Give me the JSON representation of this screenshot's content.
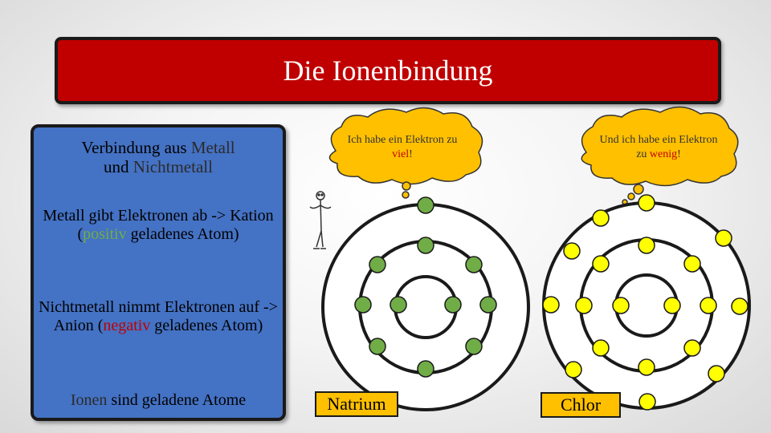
{
  "slide": {
    "title": "Die Ionenbindung"
  },
  "panel": {
    "line1_pre": "Verbindung aus ",
    "line1_metal": "Metall",
    "line1_mid": " und ",
    "line1_nonmetal": "Nichtmetall",
    "p2_a": "Metall gibt Elektronen ab -> Kation (",
    "p2_positiv": "positiv",
    "p2_b": " geladenes Atom)",
    "p3_a": "Nichtmetall nimmt Elektronen auf -> Anion (",
    "p3_negativ": "negativ",
    "p3_b": " geladenes Atom)",
    "p4_ionen": "Ionen",
    "p4_rest": " sind geladene Atome"
  },
  "clouds": {
    "left_pre": "Ich habe ein Elektron zu ",
    "left_word": "viel",
    "left_post": "!",
    "right_pre": "Und ich habe ein Elektron zu ",
    "right_word": "wenig",
    "right_post": "!"
  },
  "atoms": {
    "left_label": "Natrium",
    "right_label": "Chlor"
  },
  "colors": {
    "title_bg": "#c00000",
    "panel_bg": "#4472c4",
    "cloud_fill": "#ffc000",
    "electron_sodium": "#70ad47",
    "electron_chlorine": "#ffff00",
    "atom_fill": "#ffffff",
    "highlight_red": "#c00000",
    "highlight_green": "#70ad47"
  },
  "icons": {
    "figure": "stick-figure-icon"
  }
}
